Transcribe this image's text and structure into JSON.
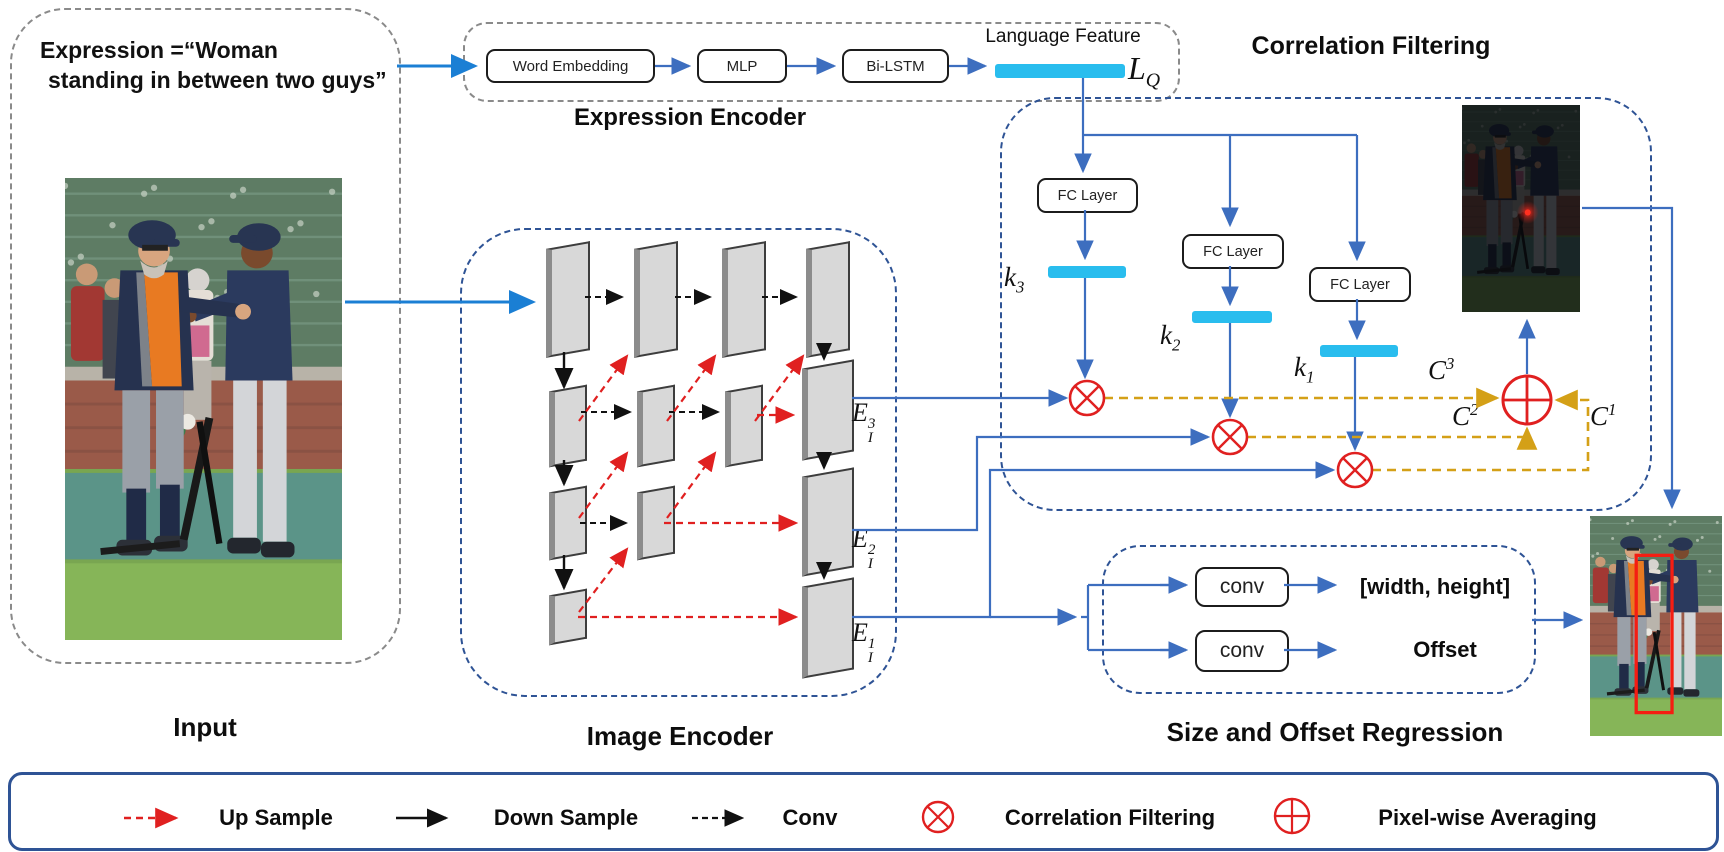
{
  "input": {
    "expression_line1": "Expression =“Woman",
    "expression_line2": "standing in between two guys”",
    "caption": "Input",
    "photo_alt": "two baseball players facing each other with a woman standing between them"
  },
  "expression_encoder": {
    "caption": "Expression Encoder",
    "boxes": [
      "Word Embedding",
      "MLP",
      "Bi-LSTM"
    ],
    "feature_label": "Language Feature",
    "feature_symbol": {
      "base": "L",
      "sub": "Q"
    }
  },
  "correlation_filtering": {
    "title": "Correlation Filtering",
    "fc_layers": [
      "FC Layer",
      "FC Layer",
      "FC Layer"
    ],
    "kernels": [
      {
        "base": "k",
        "sub": "3"
      },
      {
        "base": "k",
        "sub": "2"
      },
      {
        "base": "k",
        "sub": "1"
      }
    ],
    "correlations": [
      {
        "base": "C",
        "sup": "3"
      },
      {
        "base": "C",
        "sup": "2"
      },
      {
        "base": "C",
        "sup": "1"
      }
    ],
    "heatmap_alt": "darkened scene with red response highlight"
  },
  "image_encoder": {
    "caption": "Image Encoder",
    "features": [
      {
        "base": "E",
        "sup": "3",
        "sub": "I"
      },
      {
        "base": "E",
        "sup": "2",
        "sub": "I"
      },
      {
        "base": "E",
        "sup": "1",
        "sub": "I"
      }
    ]
  },
  "regression": {
    "caption": "Size and Offset Regression",
    "conv_boxes": [
      "conv",
      "conv"
    ],
    "outputs": [
      "[width, height]",
      "Offset"
    ],
    "result_alt": "scene with red bounding box around the woman"
  },
  "legend": {
    "items": [
      {
        "label": "Up Sample"
      },
      {
        "label": "Down Sample"
      },
      {
        "label": "Conv"
      },
      {
        "label": "Correlation Filtering"
      },
      {
        "label": "Pixel-wise Averaging"
      }
    ]
  },
  "colors": {
    "arrow_blue": "#3D6EBF",
    "arrow_bright_blue": "#1B7FD4",
    "cyan_bar": "#29BDEE",
    "red": "#E02020",
    "gold": "#D4A017",
    "navy_border": "#2E5395",
    "gray_border": "#8A8A8A"
  }
}
